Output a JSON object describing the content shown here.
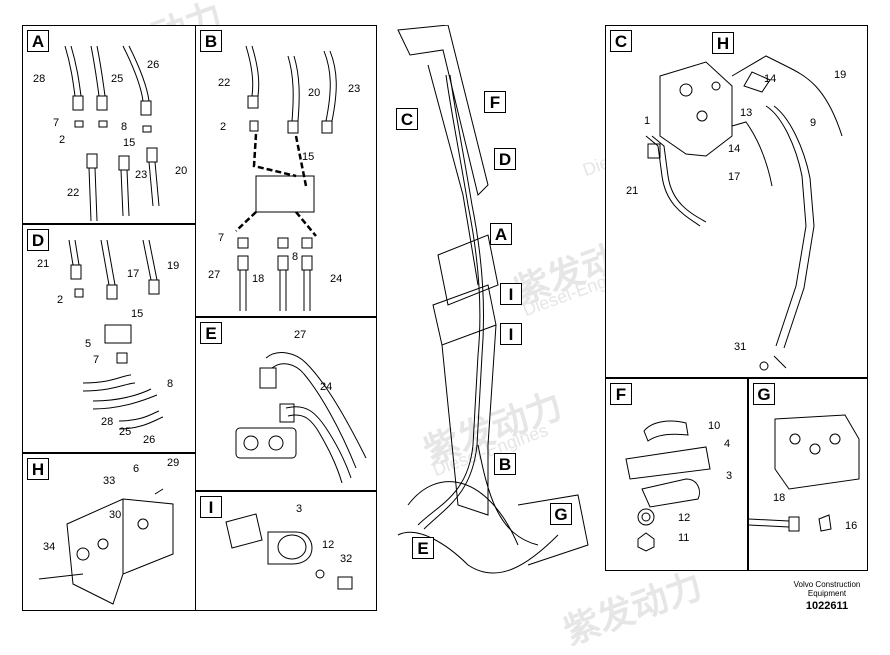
{
  "watermark": {
    "text_cn": "紫发动力",
    "text_en": "Diesel-Engines"
  },
  "panels": {
    "A": {
      "label": "A",
      "parts": [
        "28",
        "25",
        "26",
        "7",
        "8",
        "2",
        "15",
        "23",
        "20",
        "22"
      ]
    },
    "B": {
      "label": "B",
      "parts": [
        "22",
        "20",
        "23",
        "2",
        "15",
        "7",
        "8",
        "27",
        "18",
        "24"
      ]
    },
    "C": {
      "label": "C",
      "sub_label": "H",
      "parts": [
        "14",
        "19",
        "13",
        "1",
        "9",
        "14",
        "17",
        "21",
        "31"
      ]
    },
    "D": {
      "label": "D",
      "parts": [
        "21",
        "17",
        "19",
        "2",
        "15",
        "5",
        "7",
        "8",
        "28",
        "25",
        "26"
      ]
    },
    "E": {
      "label": "E",
      "parts": [
        "27",
        "24"
      ]
    },
    "F": {
      "label": "F",
      "parts": [
        "10",
        "4",
        "3",
        "12",
        "11"
      ]
    },
    "G": {
      "label": "G",
      "parts": [
        "18",
        "16"
      ]
    },
    "H": {
      "label": "H",
      "parts": [
        "29",
        "6",
        "33",
        "30",
        "34"
      ]
    },
    "I": {
      "label": "I",
      "parts": [
        "3",
        "12",
        "32"
      ]
    }
  },
  "center_callouts": [
    "C",
    "F",
    "D",
    "A",
    "I",
    "I",
    "B",
    "G",
    "E"
  ],
  "footer": {
    "line1": "Volvo Construction",
    "line2": "Equipment",
    "doc_id": "1022611"
  }
}
